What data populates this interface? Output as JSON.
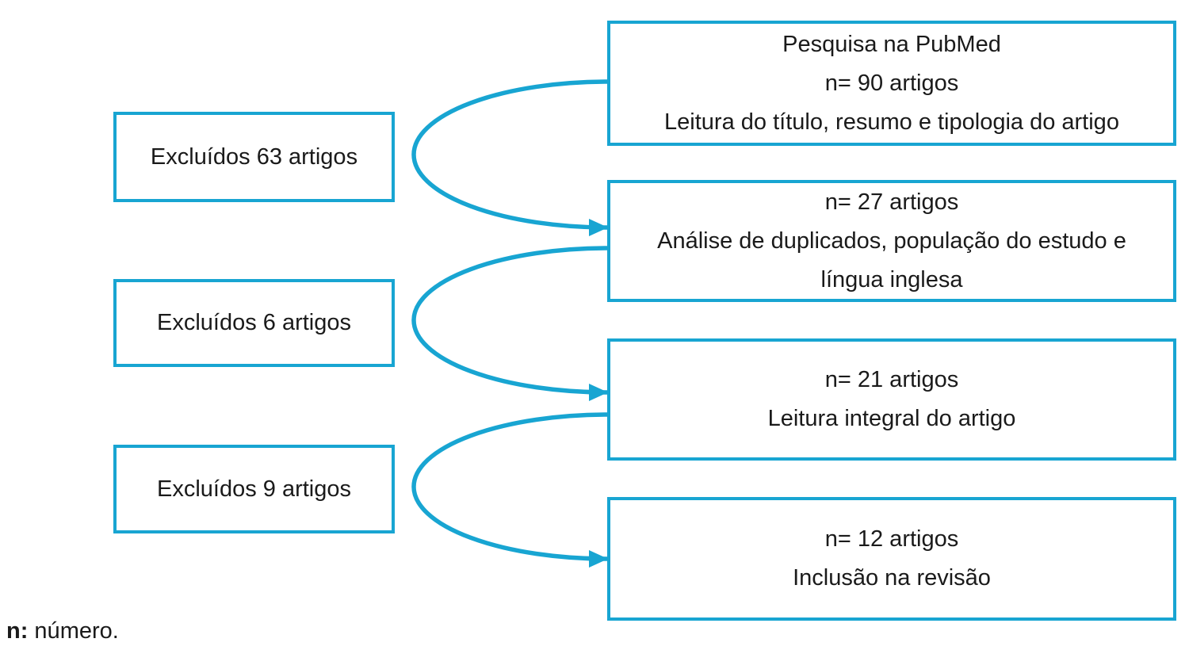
{
  "colors": {
    "accent": "#18a5d2",
    "text": "#1a1a1a",
    "background": "#ffffff"
  },
  "flowchart": {
    "stages": [
      {
        "id": "stage-1",
        "lines": [
          "Pesquisa na PubMed",
          "n= 90 artigos",
          "Leitura do título, resumo e tipologia do artigo"
        ]
      },
      {
        "id": "stage-2",
        "lines": [
          "n= 27 artigos",
          "Análise de duplicados, população do estudo e",
          "língua inglesa"
        ]
      },
      {
        "id": "stage-3",
        "lines": [
          "n= 21 artigos",
          "Leitura integral do artigo"
        ]
      },
      {
        "id": "stage-4",
        "lines": [
          "n= 12 artigos",
          "Inclusão na revisão"
        ]
      }
    ],
    "exclusions": [
      {
        "label": "Excluídos 63 artigos"
      },
      {
        "label": "Excluídos 6 artigos"
      },
      {
        "label": "Excluídos 9 artigos"
      }
    ],
    "arrows": [
      {
        "from": "stage-1",
        "to": "stage-2"
      },
      {
        "from": "stage-2",
        "to": "stage-3"
      },
      {
        "from": "stage-3",
        "to": "stage-4"
      }
    ],
    "footnote": {
      "term": "n:",
      "text": " número."
    }
  }
}
